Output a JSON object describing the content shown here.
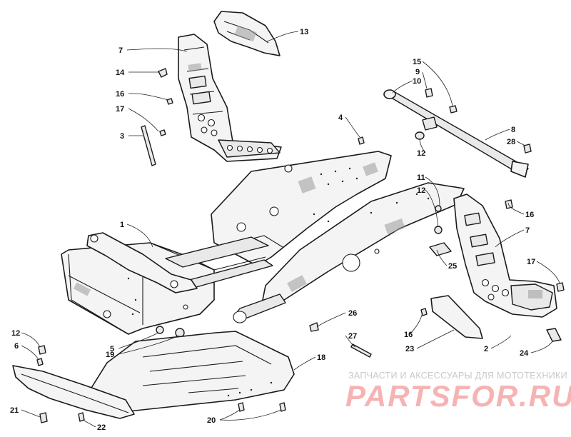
{
  "callouts": [
    {
      "id": "c13",
      "text": "13"
    },
    {
      "id": "c7a",
      "text": "7"
    },
    {
      "id": "c14",
      "text": "14"
    },
    {
      "id": "c16a",
      "text": "16"
    },
    {
      "id": "c17a",
      "text": "17"
    },
    {
      "id": "c3",
      "text": "3"
    },
    {
      "id": "c4",
      "text": "4"
    },
    {
      "id": "c15",
      "text": "15"
    },
    {
      "id": "c9",
      "text": "9"
    },
    {
      "id": "c10",
      "text": "10"
    },
    {
      "id": "c8",
      "text": "8"
    },
    {
      "id": "c28",
      "text": "28"
    },
    {
      "id": "c12a",
      "text": "12"
    },
    {
      "id": "c11",
      "text": "11"
    },
    {
      "id": "c12b",
      "text": "12"
    },
    {
      "id": "c16b",
      "text": "16"
    },
    {
      "id": "c7b",
      "text": "7"
    },
    {
      "id": "c1",
      "text": "1"
    },
    {
      "id": "c25",
      "text": "25"
    },
    {
      "id": "c17b",
      "text": "17"
    },
    {
      "id": "c26",
      "text": "26"
    },
    {
      "id": "c16c",
      "text": "16"
    },
    {
      "id": "c12c",
      "text": "12"
    },
    {
      "id": "c6",
      "text": "6"
    },
    {
      "id": "c5",
      "text": "5"
    },
    {
      "id": "c19",
      "text": "19"
    },
    {
      "id": "c27",
      "text": "27"
    },
    {
      "id": "c2",
      "text": "2"
    },
    {
      "id": "c23",
      "text": "23"
    },
    {
      "id": "c24",
      "text": "24"
    },
    {
      "id": "c18",
      "text": "18"
    },
    {
      "id": "c21",
      "text": "21"
    },
    {
      "id": "c22",
      "text": "22"
    },
    {
      "id": "c20",
      "text": "20"
    }
  ],
  "watermark": {
    "tagline": "ЗАПЧАСТИ И АКСЕССУАРЫ ДЛЯ МОТОТЕХНИКИ",
    "logo": "PARTSFOR.RU"
  }
}
